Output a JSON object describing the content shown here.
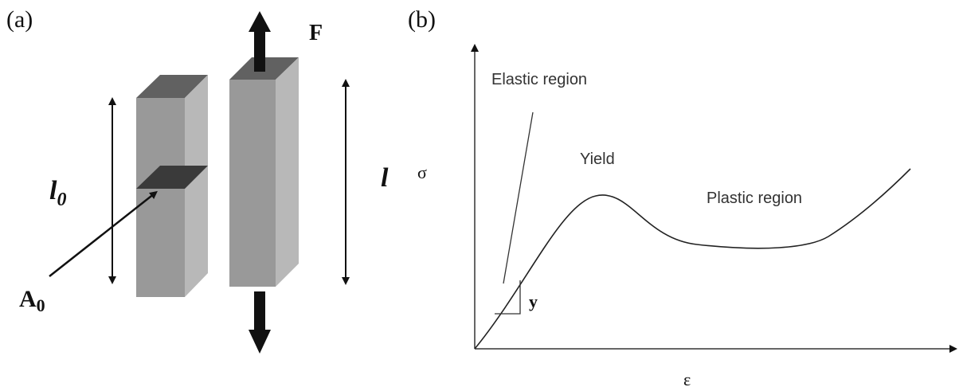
{
  "panel_a": {
    "label": "(a)",
    "force_label": "F",
    "original_length_label": "l",
    "original_length_subscript": "0",
    "stretched_length_label": "l",
    "area_label": "A",
    "area_subscript": "0"
  },
  "panel_b": {
    "label": "(b)",
    "y_axis_symbol": "σ",
    "x_axis_symbol": "ε",
    "elastic_label": "Elastic region",
    "yield_label": "Yield",
    "plastic_label": "Plastic region",
    "slope_label": "y"
  },
  "colors": {
    "bar_front": "#999999",
    "bar_side": "#b8b8b8",
    "bar_top": "#616161",
    "cross_section": "#3a3a3a",
    "arrow": "#111111",
    "curve": "#222222"
  }
}
